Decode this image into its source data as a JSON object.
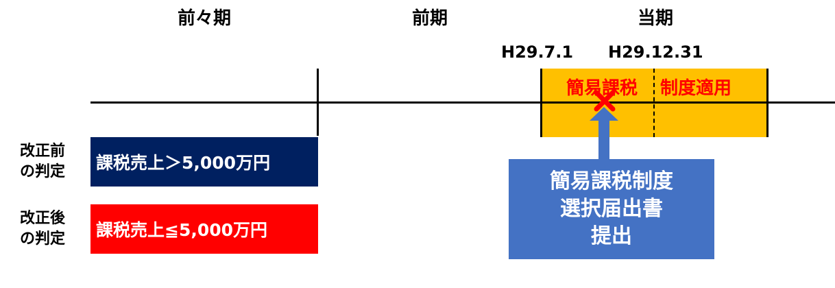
{
  "periods": {
    "before_previous": "前々期",
    "previous": "前期",
    "current": "当期"
  },
  "dates": {
    "start": "H29.7.1",
    "end": "H29.12.31"
  },
  "band": {
    "left_text": "簡易課税",
    "right_text": "制度適用"
  },
  "rules": {
    "before": {
      "label_line1": "改正前",
      "label_line2": "の判定",
      "condition": "課税売上＞5,000万円"
    },
    "after": {
      "label_line1": "改正後",
      "label_line2": "の判定",
      "condition": "課税売上≦5,000万円"
    }
  },
  "submission": {
    "line1": "簡易課税制度",
    "line2": "選択届出書",
    "line3": "提出"
  },
  "colors": {
    "navy": "#002060",
    "red": "#ff0000",
    "orange": "#ffc000",
    "blue": "#4472c4"
  },
  "icons": {
    "cross": "red-x-icon",
    "arrow": "up-arrow-icon"
  }
}
